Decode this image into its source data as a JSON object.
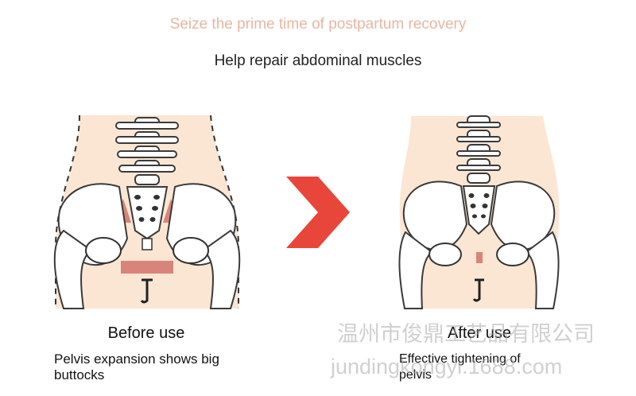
{
  "header": {
    "headline": "Seize the prime time of postpartum recovery",
    "subheadline": "Help repair abdominal muscles"
  },
  "before": {
    "title": "Before use",
    "caption": "Pelvis expansion shows big buttocks"
  },
  "after": {
    "title": "After use",
    "caption": "Effective tightening of pelvis"
  },
  "watermark": {
    "line1": "温州市俊鼎工艺品有限公司",
    "line2": "jundingkongyi.1688.com"
  },
  "colors": {
    "headline": "#e7b7a0",
    "skin": "#fbe6d4",
    "bone_outline": "#3a3a3a",
    "muscle": "#d9847a",
    "arrow": "#e8463a"
  },
  "icons": {
    "arrow": "chevron-right-icon",
    "pelvis_before": "pelvis-before-illustration",
    "pelvis_after": "pelvis-after-illustration"
  }
}
